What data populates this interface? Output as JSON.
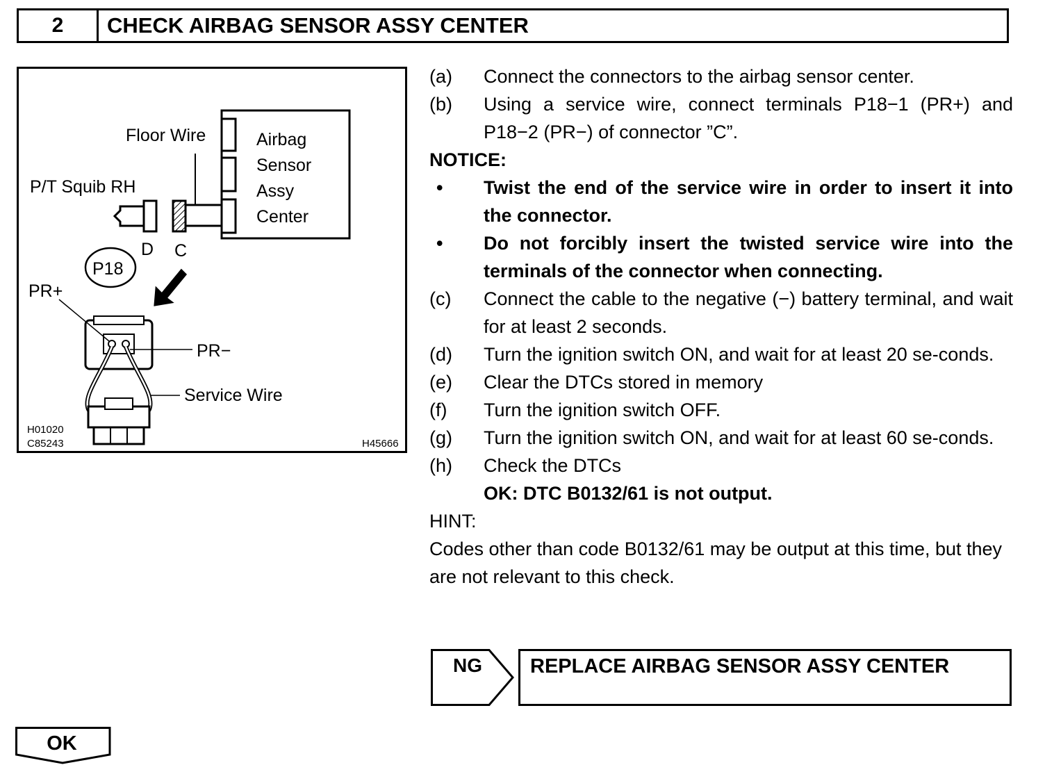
{
  "header": {
    "step_number": "2",
    "title": "CHECK AIRBAG SENSOR ASSY CENTER"
  },
  "figure": {
    "labels": {
      "floor_wire": "Floor Wire",
      "pt_squib": "P/T Squib RH",
      "airbag_sensor_1": "Airbag",
      "airbag_sensor_2": "Sensor",
      "airbag_sensor_3": "Assy",
      "airbag_sensor_4": "Center",
      "connector_d": "D",
      "connector_c": "C",
      "connector_id": "P18",
      "pr_plus": "PR+",
      "pr_minus": "PR−",
      "service_wire": "Service Wire",
      "code_1": "H01020",
      "code_2": "C85243",
      "code_3": "H45666"
    }
  },
  "steps": [
    {
      "label": "(a)",
      "text": "Connect the connectors to the airbag sensor center."
    },
    {
      "label": "(b)",
      "text": "Using a service wire, connect terminals P18−1 (PR+) and P18−2 (PR−) of connector ”C”."
    },
    {
      "label": "(c)",
      "text": "Connect the cable to the negative (−) battery terminal, and wait for at least 2 seconds."
    },
    {
      "label": "(d)",
      "text": "Turn the ignition switch ON, and wait for at least 20 se-conds."
    },
    {
      "label": "(e)",
      "text": "Clear the DTCs stored in memory"
    },
    {
      "label": "(f)",
      "text": "Turn the ignition switch OFF."
    },
    {
      "label": "(g)",
      "text": "Turn the ignition switch ON, and wait for at least 60 se-conds."
    },
    {
      "label": "(h)",
      "text": "Check the DTCs"
    }
  ],
  "notice": {
    "heading": "NOTICE:",
    "bullet_symbol": "•",
    "items": [
      "Twist the end of the service wire in order to insert it into the connector.",
      "Do not forcibly insert the twisted service wire into the terminals of the connector when connecting."
    ]
  },
  "ok_result": "OK: DTC B0132/61 is not output.",
  "hint": {
    "heading": "HINT:",
    "text": "Codes other than code B0132/61 may be output at this time, but they are not relevant to this check."
  },
  "ng": {
    "label": "NG",
    "action": "REPLACE AIRBAG SENSOR ASSY CENTER"
  },
  "ok": {
    "label": "OK"
  }
}
